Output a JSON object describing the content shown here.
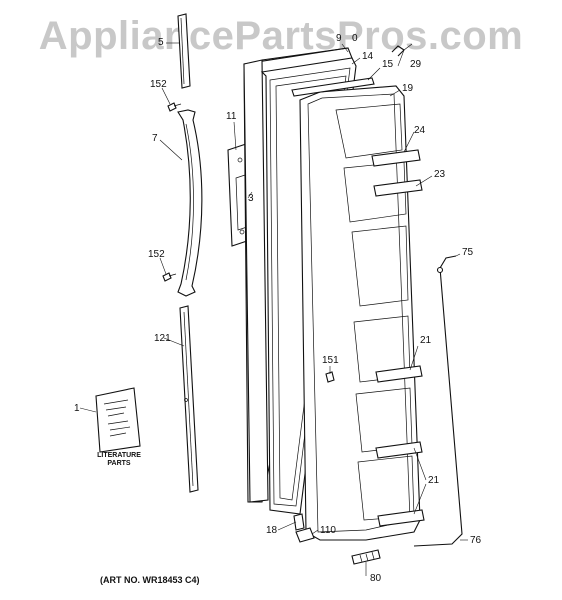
{
  "watermark": "AppliancePartsPros.com",
  "art_number": "(ART NO. WR18453 C4)",
  "manual": {
    "title_line": "LITERATURE",
    "title_line2": "PARTS"
  },
  "callouts": [
    {
      "id": "c5",
      "text": "5"
    },
    {
      "id": "c152a",
      "text": "152"
    },
    {
      "id": "c7",
      "text": "7"
    },
    {
      "id": "c152b",
      "text": "152"
    },
    {
      "id": "c121",
      "text": "121"
    },
    {
      "id": "c1",
      "text": "1"
    },
    {
      "id": "c11",
      "text": "11"
    },
    {
      "id": "c3",
      "text": "3"
    },
    {
      "id": "c9",
      "text": "9"
    },
    {
      "id": "c0",
      "text": "0"
    },
    {
      "id": "c14",
      "text": "14"
    },
    {
      "id": "c15",
      "text": "15"
    },
    {
      "id": "c29",
      "text": "29"
    },
    {
      "id": "c19",
      "text": "19"
    },
    {
      "id": "c24",
      "text": "24"
    },
    {
      "id": "c23",
      "text": "23"
    },
    {
      "id": "c75",
      "text": "75"
    },
    {
      "id": "c151",
      "text": "151"
    },
    {
      "id": "c21a",
      "text": "21"
    },
    {
      "id": "c21b",
      "text": "21"
    },
    {
      "id": "c18",
      "text": "18"
    },
    {
      "id": "c110",
      "text": "110"
    },
    {
      "id": "c76",
      "text": "76"
    },
    {
      "id": "c80",
      "text": "80"
    }
  ]
}
